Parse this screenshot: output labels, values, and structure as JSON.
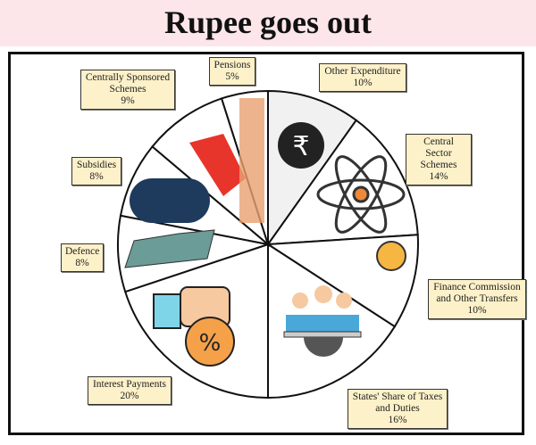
{
  "chart_data": {
    "type": "pie",
    "title": "Rupee goes out",
    "start": "top",
    "direction": "clockwise",
    "slices": [
      {
        "label": "Other Expenditure",
        "value": 10,
        "pct": "10%",
        "color": "#f1f1f1"
      },
      {
        "label": "Central Sector Schemes",
        "value": 14,
        "pct": "14%",
        "color": "#ffffff"
      },
      {
        "label": "Finance Commission and Other Transfers",
        "value": 10,
        "pct": "10%",
        "color": "#ffffff"
      },
      {
        "label": "States' Share of Taxes and Duties",
        "value": 16,
        "pct": "16%",
        "color": "#ffffff"
      },
      {
        "label": "Interest Payments",
        "value": 20,
        "pct": "20%",
        "color": "#ffffff"
      },
      {
        "label": "Defence",
        "value": 8,
        "pct": "8%",
        "color": "#ffffff"
      },
      {
        "label": "Subsidies",
        "value": 8,
        "pct": "8%",
        "color": "#ffffff"
      },
      {
        "label": "Centrally Sponsored Schemes",
        "value": 9,
        "pct": "9%",
        "color": "#ffffff"
      },
      {
        "label": "Pensions",
        "value": 5,
        "pct": "5%",
        "color": "#ffffff"
      }
    ]
  }
}
